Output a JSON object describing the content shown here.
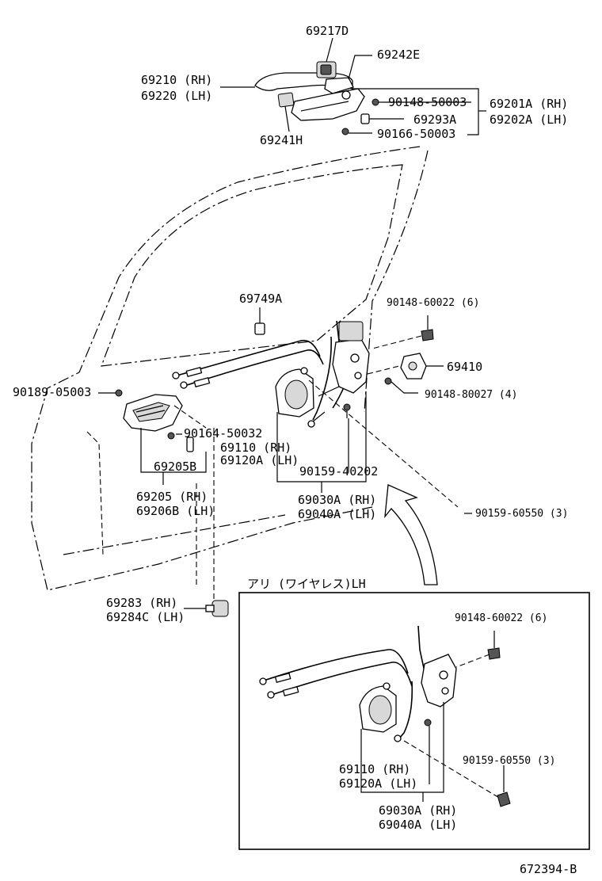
{
  "labels": {
    "p69217D": "69217D",
    "p69242E": "69242E",
    "p69210": "69210 (RH)",
    "p69220": "69220 (LH)",
    "p90148_50003": "90148-50003",
    "p69201A": "69201A (RH)",
    "p69202A": "69202A (LH)",
    "p69293A": "69293A",
    "p90166_50003": "90166-50003",
    "p69241H": "69241H",
    "p69749A": "69749A",
    "p90148_60022": "90148-60022 (6)",
    "p69410": "69410",
    "p90148_80027": "90148-80027 (4)",
    "p90189_05003": "90189-05003",
    "p90164_50032": "90164-50032",
    "p69110": "69110  (RH)",
    "p69120A": "69120A (LH)",
    "p69205B": "69205B",
    "p90159_40202": "90159-40202",
    "p69205": "69205  (RH)",
    "p69206B": "69206B (LH)",
    "p69030A": "69030A (RH)",
    "p69040A": "69040A (LH)",
    "p90159_60550": "90159-60550 (3)",
    "p69283": "69283  (RH)",
    "p69284C": "69284C (LH)"
  },
  "inset": {
    "title": "アリ (ワイヤレス)LH",
    "p90148_60022": "90148-60022 (6)",
    "p90159_60550": "90159-60550 (3)",
    "p69110": "69110  (RH)",
    "p69120A": "69120A (LH)",
    "p69030A": "69030A (RH)",
    "p69040A": "69040A (LH)"
  },
  "footer": {
    "drawing_no": "672394-B"
  }
}
